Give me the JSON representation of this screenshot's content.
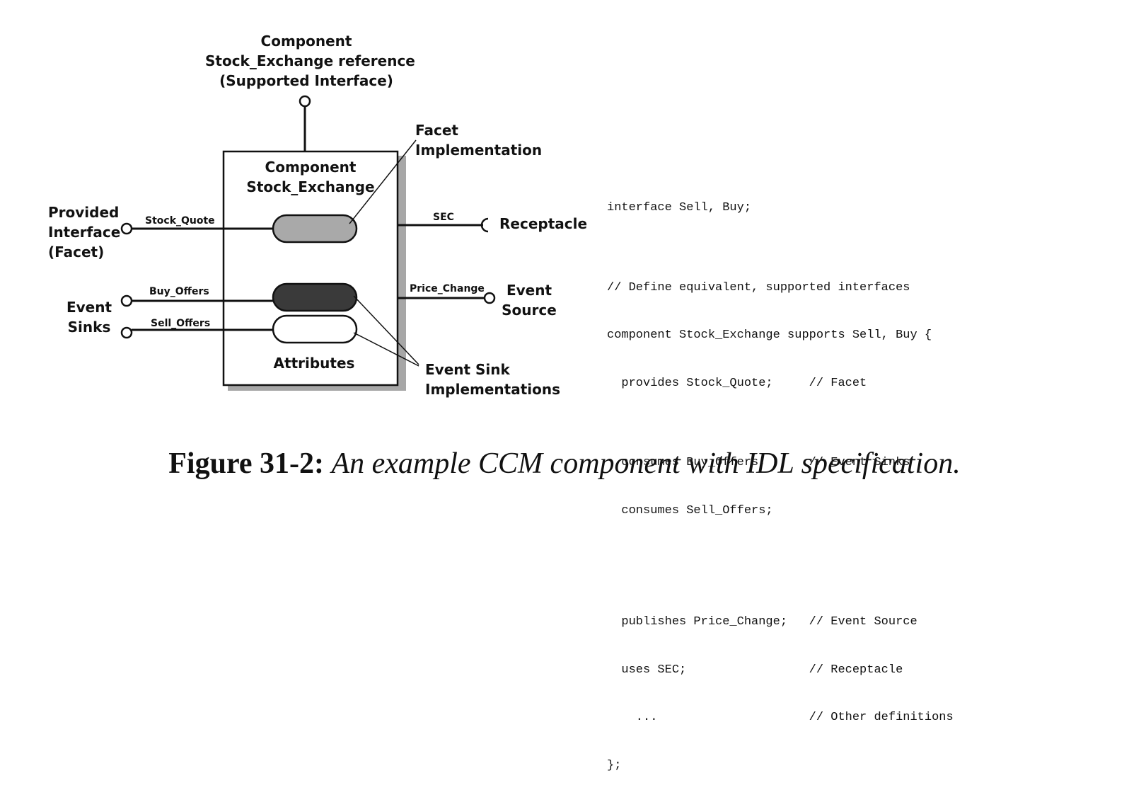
{
  "diagram": {
    "top_label": [
      "Component",
      "Stock_Exchange reference",
      "(Supported Interface)"
    ],
    "component_title": [
      "Component",
      "Stock_Exchange"
    ],
    "facet_impl_label": [
      "Facet",
      "Implementation"
    ],
    "provided_interface_label": [
      "Provided",
      "Interface",
      "(Facet)"
    ],
    "stock_quote_label": "Stock_Quote",
    "sec_label": "SEC",
    "receptacle_label": "Receptacle",
    "buy_offers_label": "Buy_Offers",
    "sell_offers_label": "Sell_Offers",
    "event_sinks_label": [
      "Event",
      "Sinks"
    ],
    "price_change_label": "Price_Change",
    "event_source_label": [
      "Event",
      "Source"
    ],
    "attributes_label": "Attributes",
    "event_sink_impl_label": [
      "Event Sink",
      "Implementations"
    ]
  },
  "code": {
    "lines": [
      "interface Sell, Buy;",
      "",
      "// Define equivalent, supported interfaces",
      "component Stock_Exchange supports Sell, Buy {",
      "  provides Stock_Quote;     // Facet",
      "",
      "  consumes Buy_Offers;      // Event Sinks",
      "  consumes Sell_Offers;",
      "",
      "",
      "  publishes Price_Change;   // Event Source",
      "  uses SEC;                 // Receptacle",
      "    ...                     // Other definitions",
      "};"
    ]
  },
  "caption": {
    "label": "Figure 31-2:",
    "text": "An example CCM component with IDL specification."
  },
  "colors": {
    "ink": "#111111",
    "facet_pill": "#a9a9a9",
    "buy_sink_pill": "#3a3a3a",
    "sell_sink_pill": "#ffffff",
    "box_shadow": "#8a8a8a"
  }
}
